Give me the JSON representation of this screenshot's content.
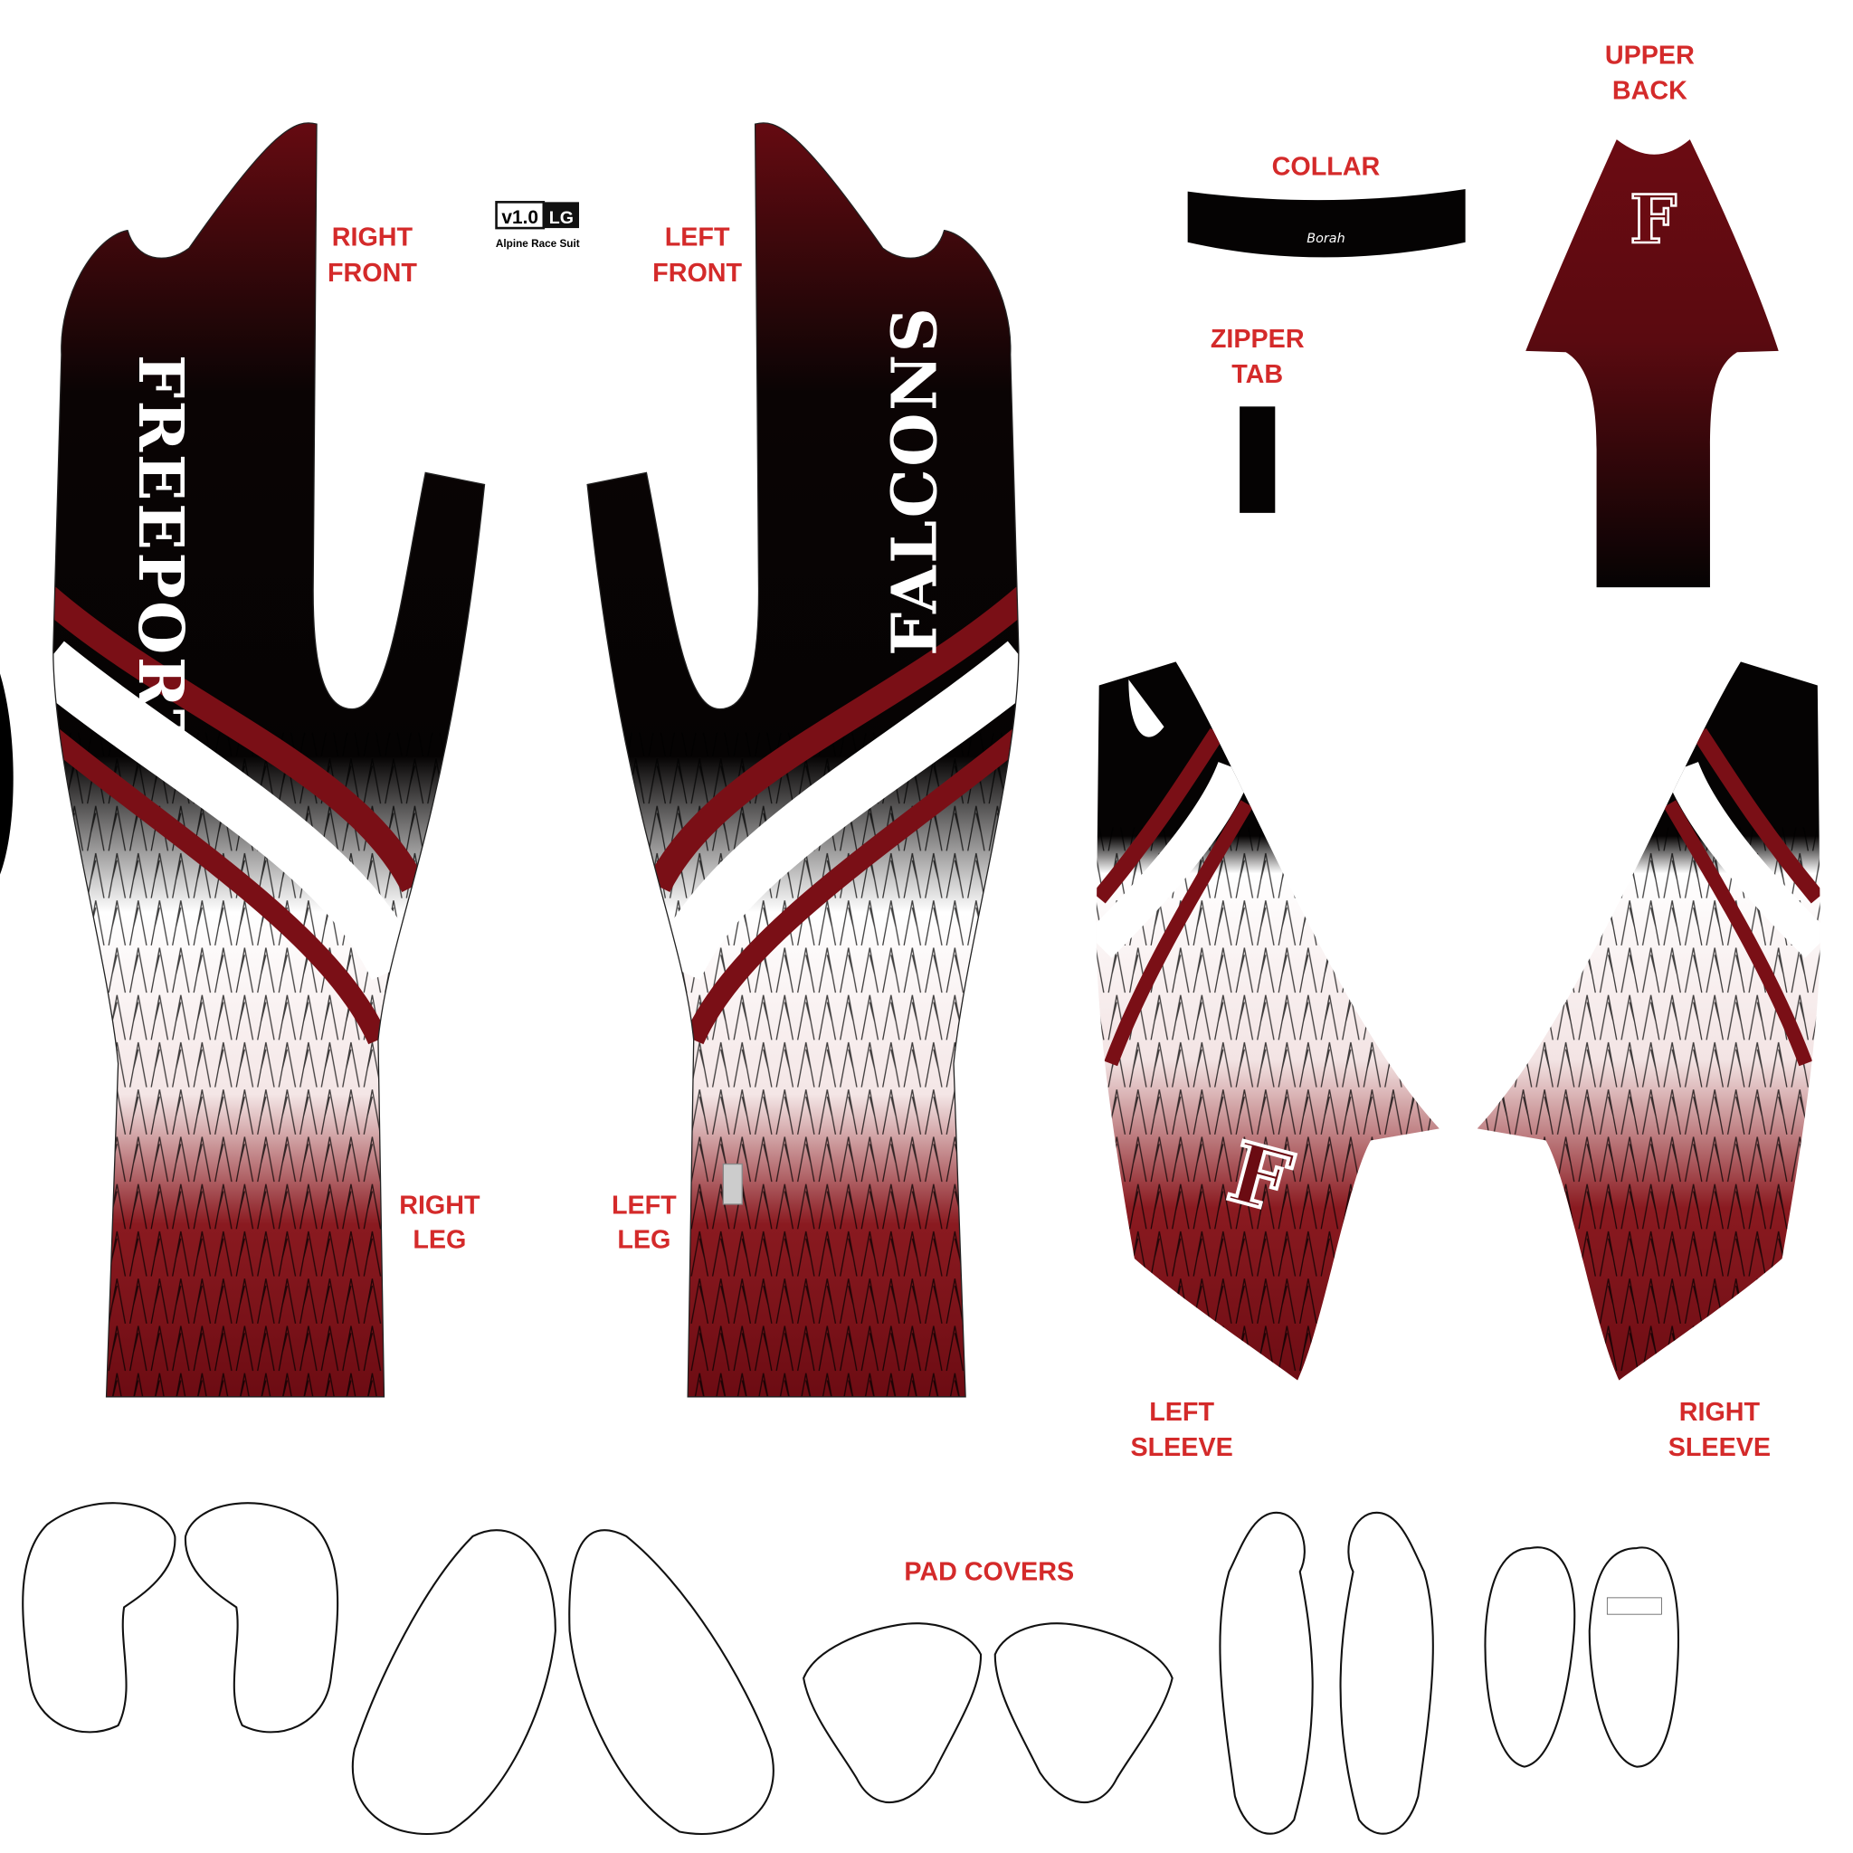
{
  "labels": {
    "right_front": [
      "RIGHT",
      "FRONT"
    ],
    "left_front": [
      "LEFT",
      "FRONT"
    ],
    "collar": "COLLAR",
    "upper_back": [
      "UPPER",
      "BACK"
    ],
    "zipper_tab": [
      "ZIPPER",
      "TAB"
    ],
    "right_leg": [
      "RIGHT",
      "LEG"
    ],
    "left_leg": [
      "LEFT",
      "LEG"
    ],
    "left_sleeve": [
      "LEFT",
      "SLEEVE"
    ],
    "right_sleeve": [
      "RIGHT",
      "SLEEVE"
    ],
    "pad_covers": "PAD COVERS"
  },
  "tag": {
    "version": "v1.0",
    "size": "LG",
    "product": "Alpine Race Suit"
  },
  "collar_brand": "Borah",
  "right_front_text": "FREEPORT",
  "left_front_text": "FALCONS",
  "letter": "F",
  "colors": {
    "label": "#d42a2a",
    "maroon": "#6b0b12",
    "black": "#080404"
  }
}
